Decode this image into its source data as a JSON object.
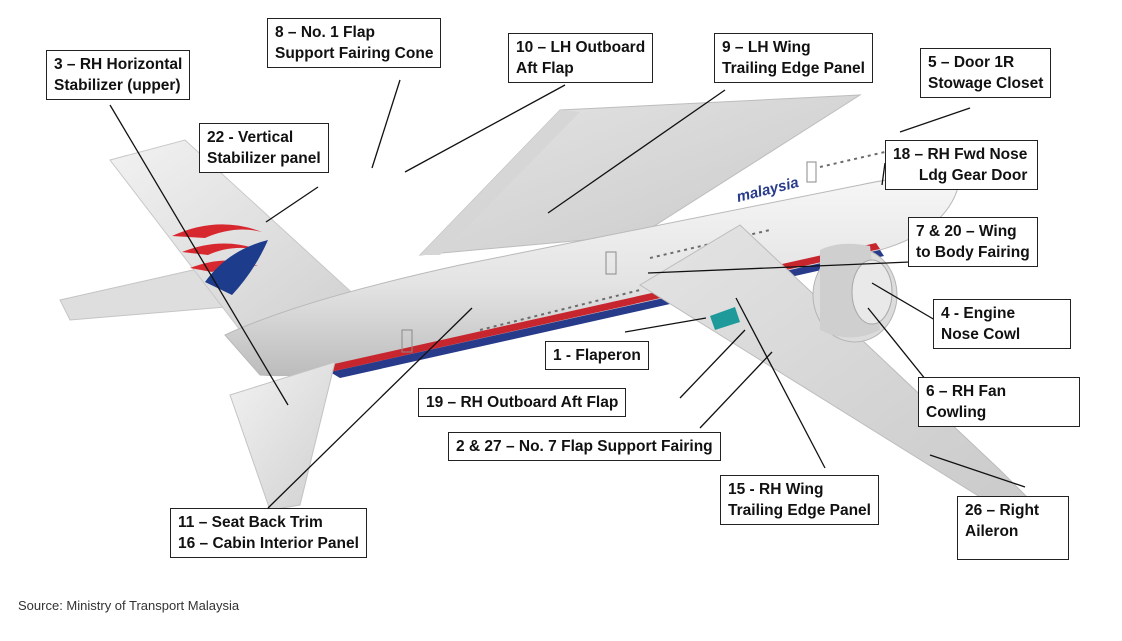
{
  "labels": {
    "rh_horizontal_stabilizer": [
      "3 – RH Horizontal",
      "Stabilizer (upper)"
    ],
    "flap_support_fairing_cone": [
      "8 – No. 1 Flap",
      "Support Fairing Cone"
    ],
    "lh_outboard_aft_flap": [
      "10 – LH Outboard",
      "Aft Flap"
    ],
    "lh_wing_trailing_edge": [
      "9 – LH Wing",
      "Trailing Edge Panel"
    ],
    "door_1r_stowage": [
      "5 – Door 1R",
      "Stowage Closet"
    ],
    "vertical_stabilizer_panel": [
      "22 - Vertical",
      "Stabilizer panel"
    ],
    "rh_fwd_nose_ldg_gear_door": [
      "18 – RH Fwd Nose",
      "Ldg Gear Door"
    ],
    "wing_to_body_fairing": [
      "7 & 20 – Wing",
      "to Body Fairing"
    ],
    "engine_nose_cowl": [
      "4 - Engine",
      "Nose Cowl"
    ],
    "flaperon": [
      "1 - Flaperon"
    ],
    "rh_fan_cowling": [
      "6 – RH Fan",
      "Cowling"
    ],
    "rh_outboard_aft_flap": [
      "19 – RH Outboard Aft Flap"
    ],
    "flap_support_fairing_7": [
      "2 & 27 – No. 7 Flap Support Fairing"
    ],
    "rh_wing_trailing_edge": [
      "15 - RH Wing",
      "Trailing Edge Panel"
    ],
    "right_aileron": [
      "26 – Right",
      "Aileron"
    ],
    "seat_back_cabin_panel": [
      "11 – Seat Back Trim",
      "16 – Cabin Interior Panel"
    ]
  },
  "airline_name": "malaysia",
  "source": "Source: Ministry of Transport Malaysia",
  "colors": {
    "fuselage": "#e9e9e9",
    "stripe_red": "#c8262e",
    "stripe_blue": "#283b8a",
    "logo_red": "#d8282f",
    "logo_blue": "#1e3c8c",
    "debris_teal": "#1f9a9a"
  }
}
